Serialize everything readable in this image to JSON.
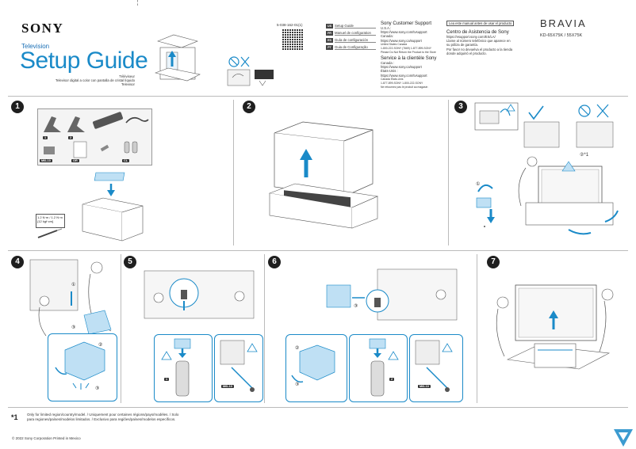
{
  "header": {
    "brand": "SONY",
    "product_type": "Television",
    "title": "Setup Guide",
    "subtitles": [
      "Téléviseur",
      "Televisor digital a color con pantalla de cristal líquido",
      "Televisor"
    ],
    "part_number": "5-038-162-01(1)"
  },
  "languages": [
    {
      "code": "US",
      "label": "Setup Guide"
    },
    {
      "code": "FR",
      "label": "Manuel de configuration"
    },
    {
      "code": "ES",
      "label": "Guía de configuración"
    },
    {
      "code": "PT",
      "label": "Guia de Configuração"
    }
  ],
  "support_en": {
    "heading": "Sony Customer Support",
    "lines": [
      "U.S.A.:",
      "https://www.sony.com/tvsupport",
      "Canada:",
      "https://www.sony.ca/support"
    ],
    "phone_regions": [
      "United States  Canada",
      "1-800-222-SONY (7669)    1-877-899-SONY"
    ],
    "note": "Please Do Not Return the Product to the Store"
  },
  "support_fr": {
    "heading": "Service à la clientèle Sony",
    "lines": [
      "Canada :",
      "https://www.sony.ca/support",
      "États-Unis :",
      "https://www.sony.com/tvsupport"
    ],
    "phone_regions": [
      "Canada            États-Unis",
      "1-877-899-SONY          1-800-222-SONY"
    ],
    "note": "Ne retournez pas le produit au magasin"
  },
  "support_es": {
    "banner": "Lea este manual antes de usar el producto",
    "heading": "Centro de Asistencia de Sony",
    "lines": [
      "https://esupport.sony.com/ES/LA/",
      "Llame al número telefónico que aparece en",
      "su póliza de garantía.",
      "Por favor no devuelva el producto a la tienda",
      "donde adquirió el producto."
    ]
  },
  "model": {
    "series": "BRAVIA",
    "numbers": "KD-65X75K / 55X75K"
  },
  "steps": [
    "1",
    "2",
    "3",
    "4",
    "5",
    "6",
    "7"
  ],
  "parts_labels": {
    "stand_left": "1",
    "stand_right": "2",
    "screws_m6": "M6L10",
    "manual": "OR",
    "cable_holder": "CL"
  },
  "torque": {
    "line1": "1.2 N·m / 1.2 N·m",
    "line2": "{12 kgf·cm}"
  },
  "step3_note_marker": "②*1",
  "step_markers": {
    "one": "①",
    "two": "②",
    "three": "③"
  },
  "stand_badges": {
    "b1": "1",
    "b2": "2"
  },
  "screw_badge": "M6L10",
  "footnote": {
    "marker": "*1",
    "text_line1": "Only for limited region/country/model. / Uniquement pour certaines régions/pays/modèles. / Solo",
    "text_line2": "para regiones/países/modelos limitados. / Exclusivo para regiões/países/modelos específicos."
  },
  "copyright": "© 2022 Sony Corporation   Printed in Mexico",
  "colors": {
    "accent": "#1a8ac8",
    "dark": "#1f1f1f",
    "line": "#bbbbbb"
  }
}
